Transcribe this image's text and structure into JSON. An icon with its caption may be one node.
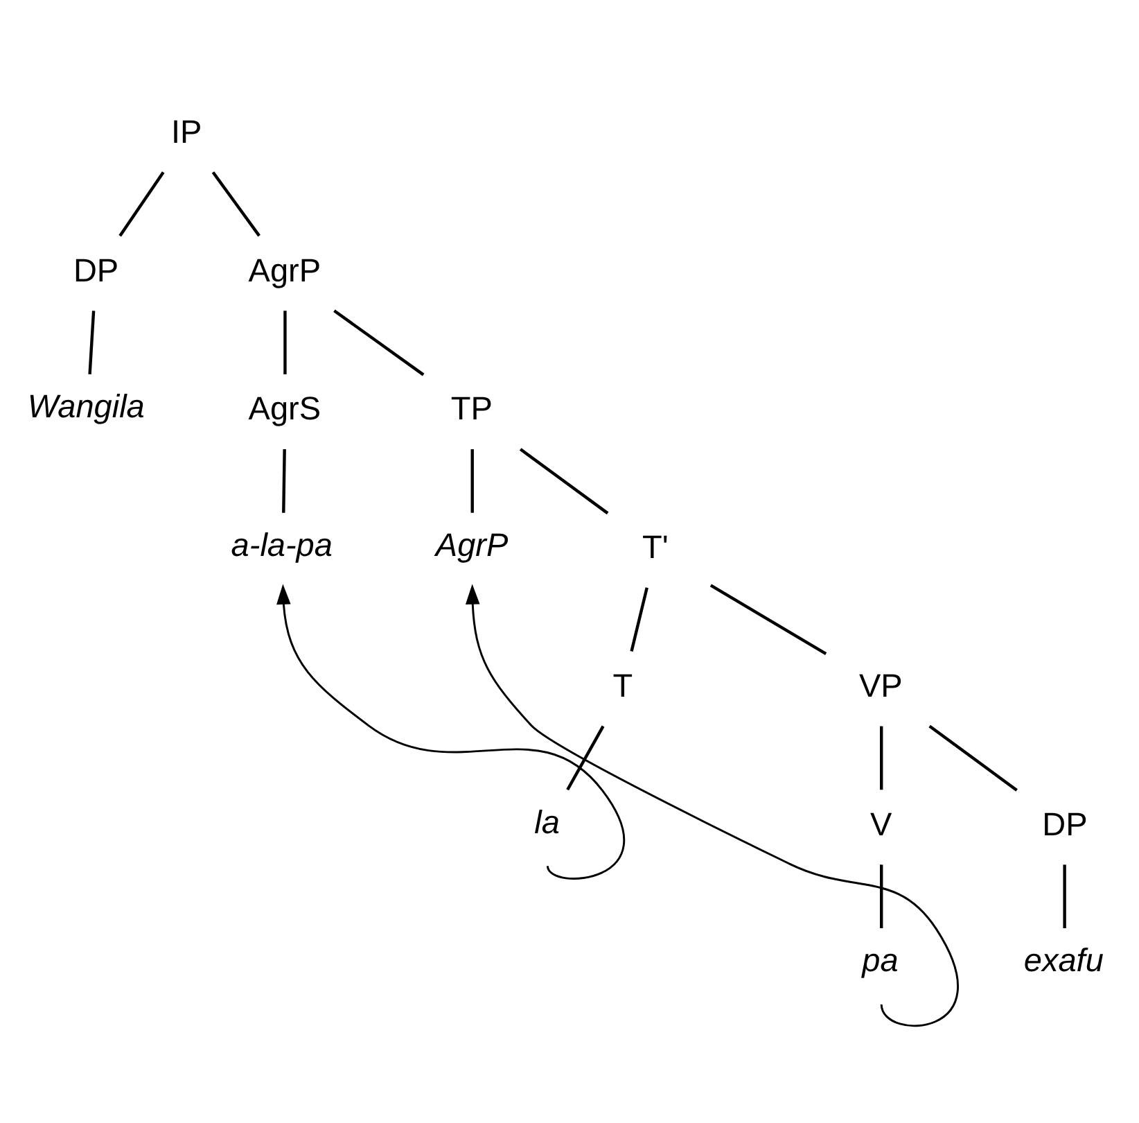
{
  "diagram": {
    "nodes": [
      {
        "text": [
          "IP"
        ]
      },
      {
        "text": [
          "DP"
        ]
      },
      {
        "text": [
          "AgrP"
        ]
      },
      {
        "text": [
          "Wangila"
        ]
      },
      {
        "text": [
          "AgrS"
        ]
      },
      {
        "text": [
          "TP"
        ]
      },
      {
        "text": [
          "a-la-pa"
        ]
      },
      {
        "text": [
          "AgrP"
        ]
      },
      {
        "text": [
          "T'"
        ]
      },
      {
        "text": [
          "T"
        ]
      },
      {
        "text": [
          "VP"
        ]
      },
      {
        "text": [
          "la"
        ]
      },
      {
        "text": [
          "V"
        ]
      },
      {
        "text": [
          "DP"
        ]
      },
      {
        "text": [
          "pa"
        ]
      },
      {
        "text": [
          "exafu"
        ]
      }
    ],
    "edges": [
      {
        "from": 0,
        "to": 1,
        "arrow": "none"
      },
      {
        "from": 0,
        "to": 2,
        "arrow": "none"
      },
      {
        "from": 1,
        "to": 3,
        "arrow": "none"
      },
      {
        "from": 2,
        "to": 4,
        "arrow": "none"
      },
      {
        "from": 2,
        "to": 5,
        "arrow": "none"
      },
      {
        "from": 4,
        "to": 6,
        "arrow": "none"
      },
      {
        "from": 5,
        "to": 7,
        "arrow": "none"
      },
      {
        "from": 5,
        "to": 8,
        "arrow": "none"
      },
      {
        "from": 8,
        "to": 9,
        "arrow": "none"
      },
      {
        "from": 8,
        "to": 10,
        "arrow": "none"
      },
      {
        "from": 9,
        "to": 11,
        "arrow": "none"
      },
      {
        "from": 10,
        "to": 12,
        "arrow": "none"
      },
      {
        "from": 10,
        "to": 13,
        "arrow": "none"
      },
      {
        "from": 12,
        "to": 14,
        "arrow": "none"
      },
      {
        "from": 13,
        "to": 15,
        "arrow": "none"
      },
      {
        "from": 11,
        "to": 6,
        "arrow": "to"
      },
      {
        "from": 14,
        "to": 7,
        "arrow": "to"
      }
    ]
  }
}
